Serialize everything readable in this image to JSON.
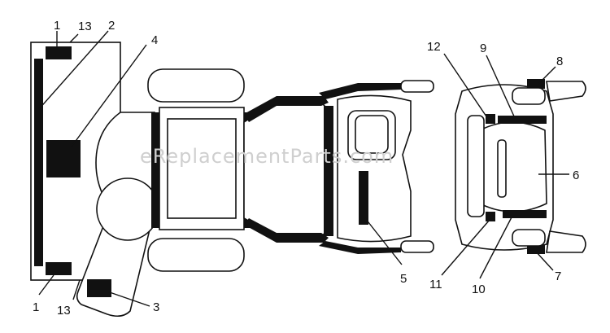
{
  "watermark": "eReplacementParts.com",
  "callouts": {
    "c1_top": "1",
    "c13_top": "13",
    "c2": "2",
    "c4": "4",
    "c1_bottom": "1",
    "c13_bottom": "13",
    "c3": "3",
    "c5": "5",
    "c12": "12",
    "c9": "9",
    "c8": "8",
    "c6": "6",
    "c11": "11",
    "c10": "10",
    "c7": "7"
  }
}
